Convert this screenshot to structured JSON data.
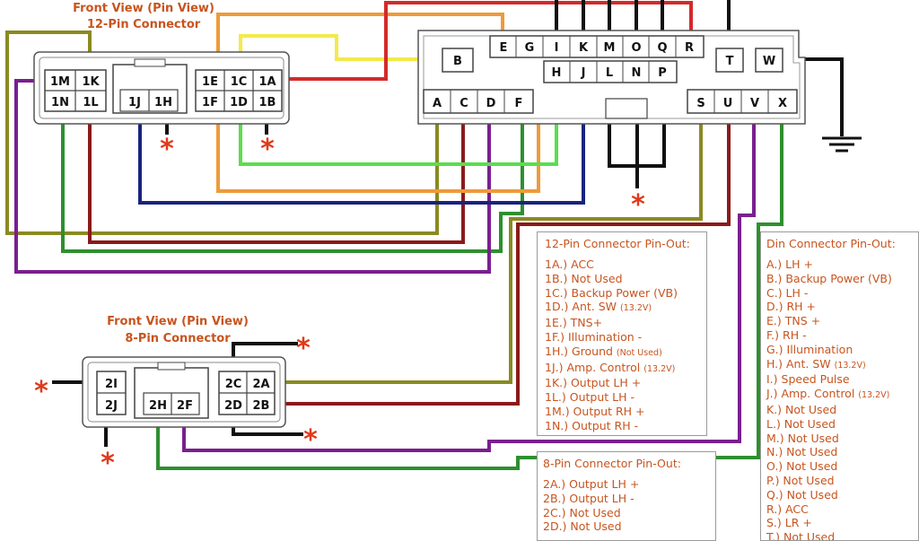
{
  "titles": {
    "twelve_pin_line1": "Front View (Pin View)",
    "twelve_pin_line2": "12-Pin Connector",
    "eight_pin_line1": "Front View (Pin View)",
    "eight_pin_line2": "8-Pin Connector"
  },
  "pins_12": {
    "1M": "1M",
    "1K": "1K",
    "1E": "1E",
    "1C": "1C",
    "1A": "1A",
    "1N": "1N",
    "1L": "1L",
    "1J": "1J",
    "1H": "1H",
    "1F": "1F",
    "1D": "1D",
    "1B": "1B"
  },
  "pins_8": {
    "2I": "2I",
    "2J": "2J",
    "2H": "2H",
    "2F": "2F",
    "2C": "2C",
    "2A": "2A",
    "2D": "2D",
    "2B": "2B"
  },
  "din_pins": {
    "B": "B",
    "E": "E",
    "G": "G",
    "I": "I",
    "K": "K",
    "M": "M",
    "O": "O",
    "Q": "Q",
    "R": "R",
    "H": "H",
    "J": "J",
    "L": "L",
    "N": "N",
    "P": "P",
    "T": "T",
    "W": "W",
    "A": "A",
    "C": "C",
    "D": "D",
    "F": "F",
    "S": "S",
    "U": "U",
    "V": "V",
    "X": "X"
  },
  "star": "*",
  "pinout_12": {
    "title": "12-Pin Connector Pin-Out:",
    "items": [
      {
        "text": "1A.)  ACC",
        "note": ""
      },
      {
        "text": "1B.)  Not Used",
        "note": ""
      },
      {
        "text": "1C.)  Backup Power (VB)",
        "note": ""
      },
      {
        "text": "1D.)  Ant. SW",
        "note": "(13.2V)"
      },
      {
        "text": "1E.)  TNS+",
        "note": ""
      },
      {
        "text": "1F.)  Illumination -",
        "note": ""
      },
      {
        "text": "1H.)  Ground",
        "note": "(Not Used)"
      },
      {
        "text": "1J.)  Amp. Control",
        "note": "(13.2V)"
      },
      {
        "text": "1K.)  Output LH +",
        "note": ""
      },
      {
        "text": "1L.)  Output LH -",
        "note": ""
      },
      {
        "text": "1M.)  Output RH +",
        "note": ""
      },
      {
        "text": "1N.)  Output RH -",
        "note": ""
      }
    ]
  },
  "pinout_8": {
    "title": "8-Pin Connector Pin-Out:",
    "items": [
      {
        "text": "2A.)  Output LH +",
        "note": ""
      },
      {
        "text": "2B.)  Output LH -",
        "note": ""
      },
      {
        "text": "2C.)  Not Used",
        "note": ""
      },
      {
        "text": "2D.)  Not Used",
        "note": ""
      }
    ]
  },
  "pinout_din": {
    "title": "Din Connector Pin-Out:",
    "items": [
      {
        "text": "A.)  LH +",
        "note": ""
      },
      {
        "text": "B.)  Backup Power (VB)",
        "note": ""
      },
      {
        "text": "C.)  LH -",
        "note": ""
      },
      {
        "text": "D.)  RH +",
        "note": ""
      },
      {
        "text": "E.)  TNS +",
        "note": ""
      },
      {
        "text": "F.)  RH -",
        "note": ""
      },
      {
        "text": "G.)  Illumination",
        "note": ""
      },
      {
        "text": "H.)  Ant. SW",
        "note": "(13.2V)"
      },
      {
        "text": "I.)   Speed Pulse",
        "note": ""
      },
      {
        "text": "J.)  Amp. Control",
        "note": "(13.2V)"
      },
      {
        "text": "K.)  Not Used",
        "note": ""
      },
      {
        "text": "L.)  Not Used",
        "note": ""
      },
      {
        "text": "M.)  Not Used",
        "note": ""
      },
      {
        "text": "N.)  Not Used",
        "note": ""
      },
      {
        "text": "O.)  Not Used",
        "note": ""
      },
      {
        "text": "P.)  Not Used",
        "note": ""
      },
      {
        "text": "Q.)  Not Used",
        "note": ""
      },
      {
        "text": "R.)  ACC",
        "note": ""
      },
      {
        "text": "S.)  LR +",
        "note": ""
      },
      {
        "text": "T.)  Not Used",
        "note": ""
      }
    ]
  },
  "wire_colors": {
    "olive": "#8a8a22",
    "darkred": "#8b1a1a",
    "green": "#2f8f2f",
    "lightgreen": "#5bdd4e",
    "purple": "#7a1f8f",
    "navy": "#1a237e",
    "orange": "#ee9a3a",
    "yellow": "#f2ea4a",
    "red": "#d42a2a",
    "black": "#111111"
  }
}
